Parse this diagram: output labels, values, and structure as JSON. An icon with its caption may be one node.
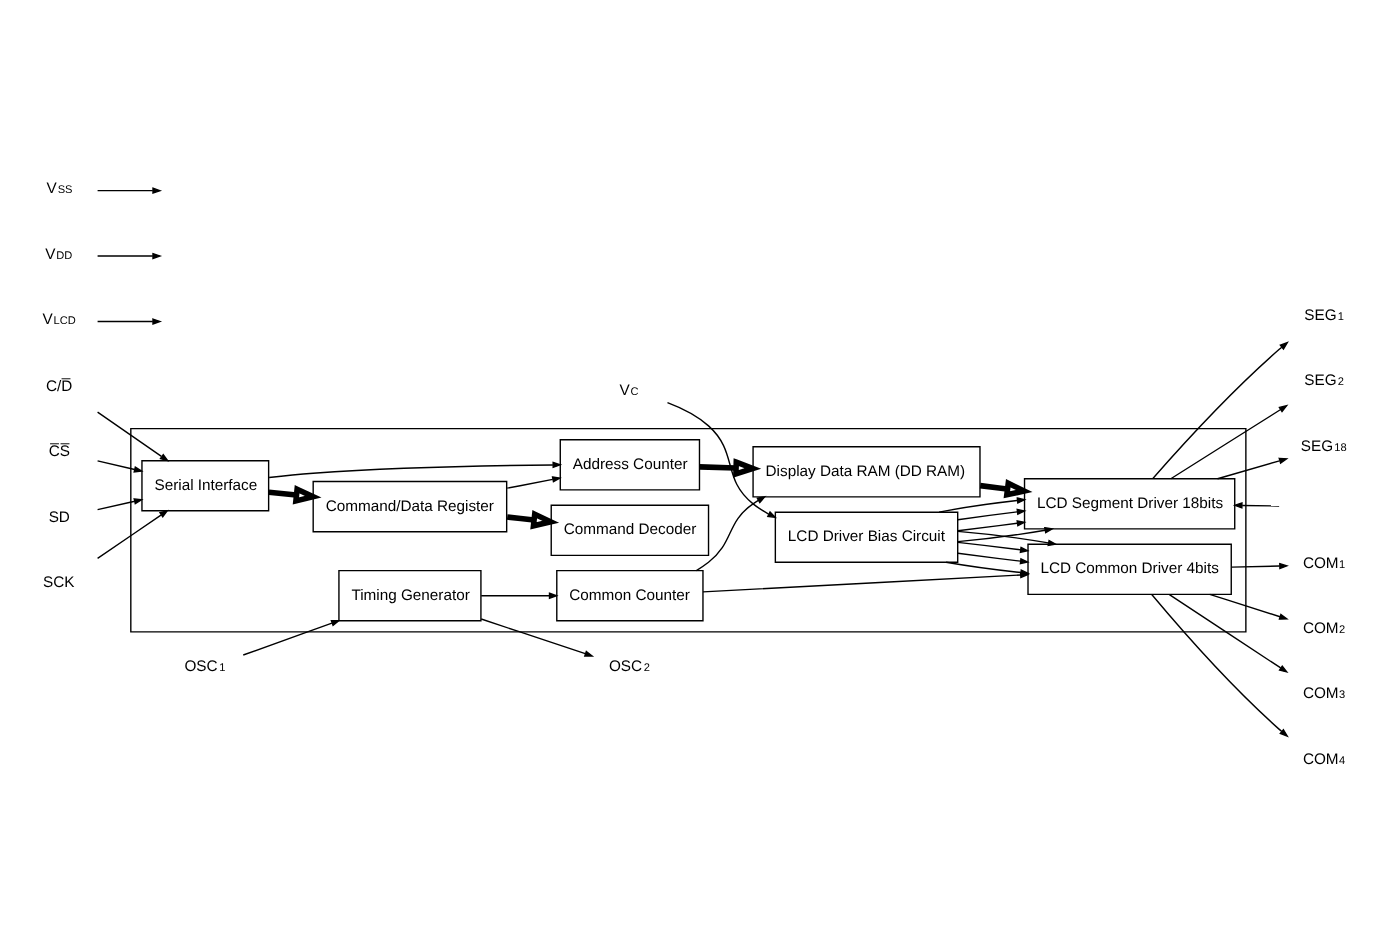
{
  "diagram": {
    "nodes": [
      {
        "text": [],
        "shape": "box"
      },
      {
        "text": [
          "Serial Interface"
        ],
        "in": 0
      },
      {
        "text": [
          "Address Counter"
        ],
        "in": 0
      },
      {
        "text": [
          "Display Data RAM (DD RAM)"
        ],
        "in": 0
      },
      {
        "text": [
          "LCD Segment Driver 18bits"
        ],
        "in": 0
      },
      {
        "text": [
          "Command/Data Register"
        ],
        "in": 0
      },
      {
        "text": [
          "Command Decoder"
        ],
        "in": 0
      },
      {
        "text": [
          "Timing Generator"
        ],
        "in": 0
      },
      {
        "text": [
          "Common Counter"
        ],
        "in": 0
      },
      {
        "text": [
          "LCD Driver Bias Circuit"
        ],
        "in": 0
      },
      {
        "text": [
          "LCD Common Driver 4bits"
        ],
        "in": 0
      },
      {
        "text": [
          "V$_{LCD}$"
        ]
      },
      {
        "text": [
          "V$_{DD}$"
        ]
      },
      {
        "text": [
          "V$_{SS}$"
        ]
      },
      {
        "text": [
          "SD"
        ]
      },
      {
        "text": [
          "SCK"
        ]
      },
      {
        "text": [
          "C/D̅"
        ]
      },
      {
        "text": [
          "C̅S̅"
        ]
      },
      {
        "text": [
          "SEG$_{1}$"
        ]
      },
      {
        "text": [
          "SEG$_{2}$"
        ]
      },
      {
        "text": [
          "SEG$_{18}$"
        ]
      },
      {
        "text": [
          "V$_{C}$"
        ]
      },
      {
        "text": [
          "COM$_{1}$"
        ]
      },
      {
        "text": [
          "COM$_{2}$"
        ]
      },
      {
        "text": [
          "COM$_{3}$"
        ]
      },
      {
        "text": [
          "COM$_{4}$"
        ]
      },
      {
        "text": [
          "OSC$_{1}$"
        ]
      },
      {
        "text": [
          "OSC$_{2}$"
        ]
      }
    ],
    "edges": [
      {
        "from": 11,
        "to": null,
        "arrow": "to"
      },
      {
        "from": 12,
        "to": null,
        "arrow": "to"
      },
      {
        "from": 13,
        "to": null,
        "arrow": "to"
      },
      {
        "from": 14,
        "to": 1,
        "arrow": "to"
      },
      {
        "from": 15,
        "to": 1,
        "arrow": "to"
      },
      {
        "from": 16,
        "to": 1,
        "arrow": "to"
      },
      {
        "from": 17,
        "to": 1,
        "arrow": "to"
      },
      {
        "from": 1,
        "to": 2,
        "arrow": "to"
      },
      {
        "from": 2,
        "to": 3,
        "arrow": "to",
        "style": "thick"
      },
      {
        "from": 3,
        "to": 4,
        "arrow": "to",
        "style": "thick"
      },
      {
        "from": 1,
        "to": 5,
        "arrow": "to",
        "style": "thick"
      },
      {
        "from": 5,
        "to": 6,
        "arrow": "to",
        "style": "thick"
      },
      {
        "from": 5,
        "to": 2,
        "arrow": "to"
      },
      {
        "from": 8,
        "to": 3,
        "arrow": "to"
      },
      {
        "from": 7,
        "to": 8,
        "arrow": "to"
      },
      {
        "from": 8,
        "to": 10,
        "arrow": "to"
      },
      {
        "from": 4,
        "to": 18,
        "arrow": "to"
      },
      {
        "from": 4,
        "to": 19,
        "arrow": "to"
      },
      {
        "from": 4,
        "to": 20,
        "arrow": "to"
      },
      {
        "from": null,
        "to": 4,
        "arrow": "to"
      },
      {
        "from": 21,
        "to": 9,
        "arrow": "to"
      },
      {
        "from": 9,
        "to": 4,
        "arrow": "to"
      },
      {
        "from": 9,
        "to": 4,
        "arrow": "to"
      },
      {
        "from": 9,
        "to": 4,
        "arrow": "to"
      },
      {
        "from": 9,
        "to": 4,
        "arrow": "to"
      },
      {
        "from": 9,
        "to": 10,
        "arrow": "to"
      },
      {
        "from": 9,
        "to": 10,
        "arrow": "to"
      },
      {
        "from": 9,
        "to": 10,
        "arrow": "to"
      },
      {
        "from": 9,
        "to": 10,
        "arrow": "to"
      },
      {
        "from": 10,
        "to": 22,
        "arrow": "to"
      },
      {
        "from": 10,
        "to": 23,
        "arrow": "to"
      },
      {
        "from": 10,
        "to": 24,
        "arrow": "to"
      },
      {
        "from": 10,
        "to": 25,
        "arrow": "to"
      },
      {
        "from": 26,
        "to": 7,
        "arrow": "to"
      },
      {
        "from": 7,
        "to": 27,
        "arrow": "to"
      }
    ]
  }
}
